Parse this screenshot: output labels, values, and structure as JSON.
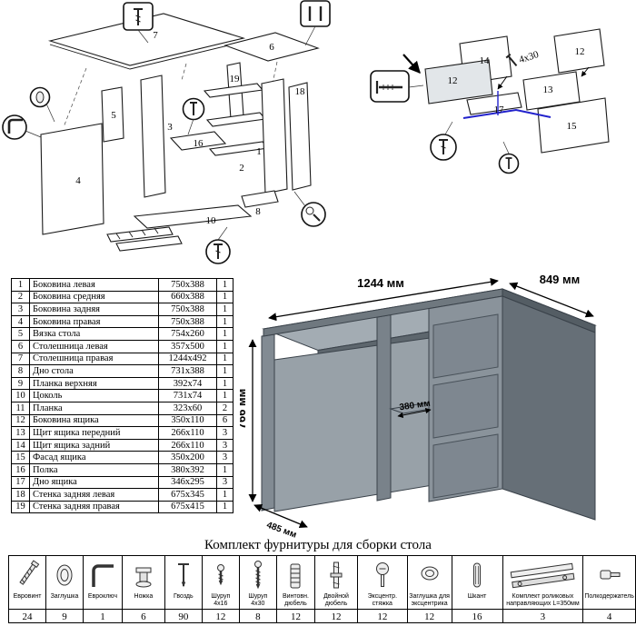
{
  "diagram_left": {
    "labels": {
      "n7": "7",
      "n6": "6",
      "n19": "19",
      "n18": "18",
      "n5": "5",
      "n3": "3",
      "n16": "16",
      "n2": "2",
      "n1": "1",
      "n4": "4",
      "n10": "10",
      "n8": "8"
    }
  },
  "diagram_right": {
    "labels": {
      "n14": "14",
      "n12a": "12",
      "n12b": "12",
      "n13": "13",
      "n17": "17",
      "n15": "15"
    },
    "screw_note": "4x30",
    "accent_color": "#2222cc"
  },
  "desk": {
    "dims": {
      "width": "1244 мм",
      "depth": "849 мм",
      "height": "766 мм",
      "shelf_depth": "380 мм",
      "left_depth": "485 мм"
    }
  },
  "parts": {
    "rows": [
      {
        "num": "1",
        "name": "Боковина левая",
        "size": "750x388",
        "qty": "1"
      },
      {
        "num": "2",
        "name": "Боковина средняя",
        "size": "660x388",
        "qty": "1"
      },
      {
        "num": "3",
        "name": "Боковина задняя",
        "size": "750x388",
        "qty": "1"
      },
      {
        "num": "4",
        "name": "Боковина правая",
        "size": "750x388",
        "qty": "1"
      },
      {
        "num": "5",
        "name": "Вязка стола",
        "size": "754x260",
        "qty": "1"
      },
      {
        "num": "6",
        "name": "Столешница левая",
        "size": "357x500",
        "qty": "1"
      },
      {
        "num": "7",
        "name": "Столешница правая",
        "size": "1244x492",
        "qty": "1"
      },
      {
        "num": "8",
        "name": "Дно стола",
        "size": "731x388",
        "qty": "1"
      },
      {
        "num": "9",
        "name": "Планка верхняя",
        "size": "392x74",
        "qty": "1"
      },
      {
        "num": "10",
        "name": "Цоколь",
        "size": "731x74",
        "qty": "1"
      },
      {
        "num": "11",
        "name": "Планка",
        "size": "323x60",
        "qty": "2"
      },
      {
        "num": "12",
        "name": "Боковина ящика",
        "size": "350x110",
        "qty": "6"
      },
      {
        "num": "13",
        "name": "Щит ящика передний",
        "size": "266x110",
        "qty": "3"
      },
      {
        "num": "14",
        "name": "Щит ящика задний",
        "size": "266x110",
        "qty": "3"
      },
      {
        "num": "15",
        "name": "Фасад ящика",
        "size": "350x200",
        "qty": "3"
      },
      {
        "num": "16",
        "name": "Полка",
        "size": "380x392",
        "qty": "1"
      },
      {
        "num": "17",
        "name": "Дно ящика",
        "size": "346x295",
        "qty": "3"
      },
      {
        "num": "18",
        "name": "Стенка задняя левая",
        "size": "675x345",
        "qty": "1"
      },
      {
        "num": "19",
        "name": "Стенка задняя правая",
        "size": "675x415",
        "qty": "1"
      }
    ]
  },
  "kit": {
    "title": "Комплект фурнитуры для сборки стола",
    "items": [
      {
        "name": "Евровинт",
        "qty": "24"
      },
      {
        "name": "Заглушка",
        "qty": "9"
      },
      {
        "name": "Евроключ",
        "qty": "1"
      },
      {
        "name": "Ножка",
        "qty": "6"
      },
      {
        "name": "Гвоздь",
        "qty": "90"
      },
      {
        "name": "Шуруп 4x16",
        "qty": "12"
      },
      {
        "name": "Шуруп 4x30",
        "qty": "8"
      },
      {
        "name": "Винтовн. дюбель",
        "qty": "12"
      },
      {
        "name": "Двойной дюбель",
        "qty": "12"
      },
      {
        "name": "Эксцентр. стяжка",
        "qty": "12"
      },
      {
        "name": "Заглушка для эксцентрика",
        "qty": "12"
      },
      {
        "name": "Шкант",
        "qty": "16"
      },
      {
        "name": "Комплект роликовых направляющих L=350мм",
        "qty": "3"
      },
      {
        "name": "Полкодержатель",
        "qty": "4"
      }
    ]
  }
}
